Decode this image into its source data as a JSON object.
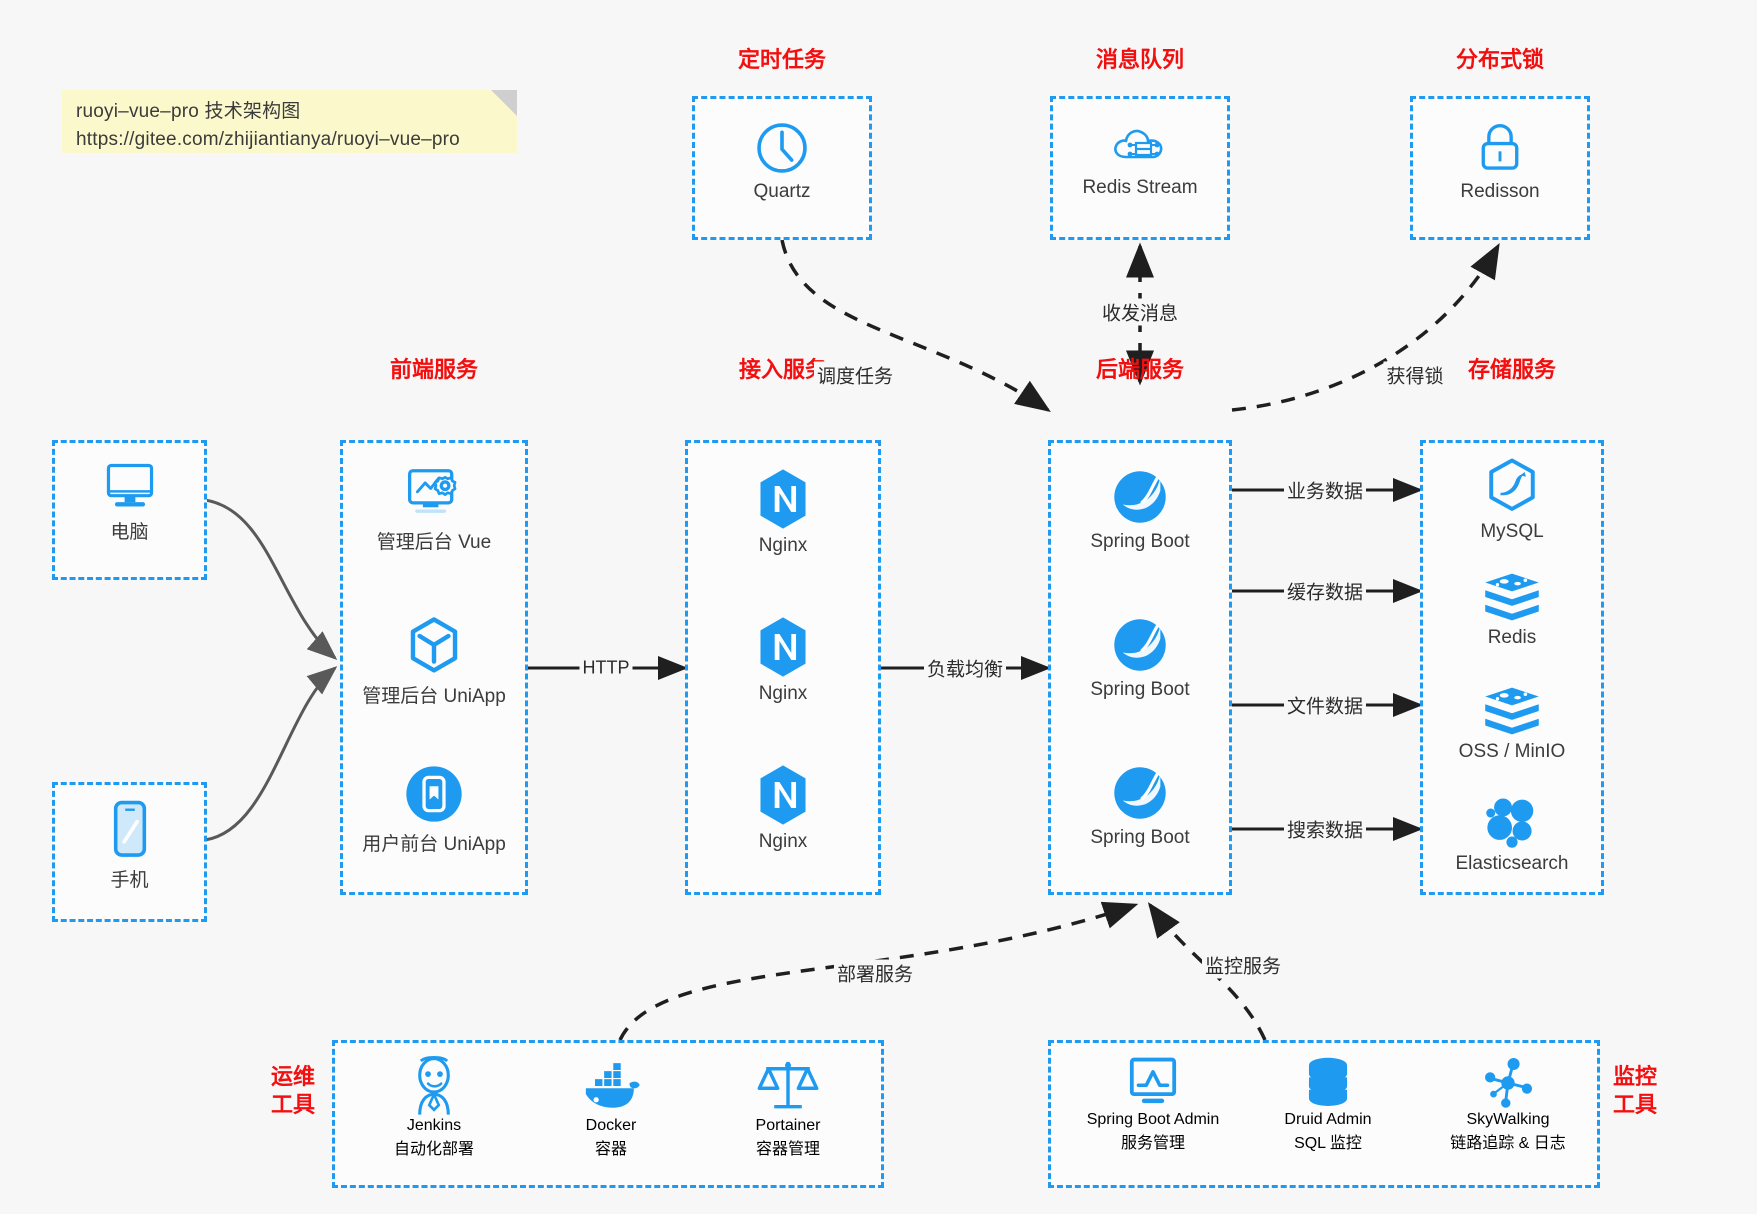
{
  "note": {
    "line1": "ruoyi–vue–pro 技术架构图",
    "line2": "https://gitee.com/zhijiantianya/ruoyi–vue–pro"
  },
  "colors": {
    "accent_blue": "#1E9BF0",
    "title_red": "#f30f0f",
    "canvas_bg": "#f7f7f7",
    "note_bg": "#fbf8cc",
    "edge_gray": "#595959",
    "edge_black": "#1a1a1a",
    "caption": "#3c3c3c"
  },
  "groups": {
    "scheduled_task": {
      "title": "定时任务",
      "items": [
        {
          "label": "Quartz",
          "icon": "clock-icon"
        }
      ]
    },
    "message_queue": {
      "title": "消息队列",
      "items": [
        {
          "label": "Redis Stream",
          "icon": "cloud-stream-icon"
        }
      ]
    },
    "distributed_lock": {
      "title": "分布式锁",
      "items": [
        {
          "label": "Redisson",
          "icon": "lock-icon"
        }
      ]
    },
    "clients": {
      "items": [
        {
          "label": "电脑",
          "icon": "desktop-monitor-icon"
        },
        {
          "label": "手机",
          "icon": "mobile-phone-icon"
        }
      ]
    },
    "frontend": {
      "title": "前端服务",
      "items": [
        {
          "label": "管理后台 Vue",
          "icon": "dashboard-gear-icon"
        },
        {
          "label": "管理后台 UniApp",
          "icon": "hexagon-cube-icon"
        },
        {
          "label": "用户前台 UniApp",
          "icon": "mobile-app-icon"
        }
      ]
    },
    "gateway": {
      "title": "接入服务",
      "items": [
        {
          "label": "Nginx",
          "icon": "nginx-icon"
        },
        {
          "label": "Nginx",
          "icon": "nginx-icon"
        },
        {
          "label": "Nginx",
          "icon": "nginx-icon"
        }
      ]
    },
    "backend": {
      "title": "后端服务",
      "items": [
        {
          "label": "Spring Boot",
          "icon": "spring-leaf-icon"
        },
        {
          "label": "Spring Boot",
          "icon": "spring-leaf-icon"
        },
        {
          "label": "Spring Boot",
          "icon": "spring-leaf-icon"
        }
      ]
    },
    "storage": {
      "title": "存储服务",
      "items": [
        {
          "label": "MySQL",
          "icon": "mysql-dolphin-icon"
        },
        {
          "label": "Redis",
          "icon": "redis-stack-icon"
        },
        {
          "label": "OSS / MinIO",
          "icon": "redis-stack-icon"
        },
        {
          "label": "Elasticsearch",
          "icon": "elasticsearch-icon"
        }
      ]
    },
    "devops": {
      "title_line1": "运维",
      "title_line2": "工具",
      "items": [
        {
          "name": "Jenkins",
          "desc": "自动化部署",
          "icon": "jenkins-butler-icon"
        },
        {
          "name": "Docker",
          "desc": "容器",
          "icon": "docker-whale-icon"
        },
        {
          "name": "Portainer",
          "desc": "容器管理",
          "icon": "scales-balance-icon"
        }
      ]
    },
    "monitoring": {
      "title_line1": "监控",
      "title_line2": "工具",
      "items": [
        {
          "name": "Spring Boot Admin",
          "desc": "服务管理",
          "icon": "monitor-chart-icon"
        },
        {
          "name": "Druid Admin",
          "desc": "SQL 监控",
          "icon": "database-cylinder-icon"
        },
        {
          "name": "SkyWalking",
          "desc": "链路追踪 & 日志",
          "icon": "skywalking-node-icon"
        }
      ]
    }
  },
  "edges": [
    {
      "id": "http",
      "label": "HTTP"
    },
    {
      "id": "lb",
      "label": "负载均衡"
    },
    {
      "id": "schedule",
      "label": "调度任务"
    },
    {
      "id": "mq",
      "label": "收发消息"
    },
    {
      "id": "lock",
      "label": "获得锁"
    },
    {
      "id": "biz-data",
      "label": "业务数据"
    },
    {
      "id": "cache-data",
      "label": "缓存数据"
    },
    {
      "id": "file-data",
      "label": "文件数据"
    },
    {
      "id": "search-data",
      "label": "搜索数据"
    },
    {
      "id": "deploy",
      "label": "部署服务"
    },
    {
      "id": "monitor",
      "label": "监控服务"
    }
  ]
}
